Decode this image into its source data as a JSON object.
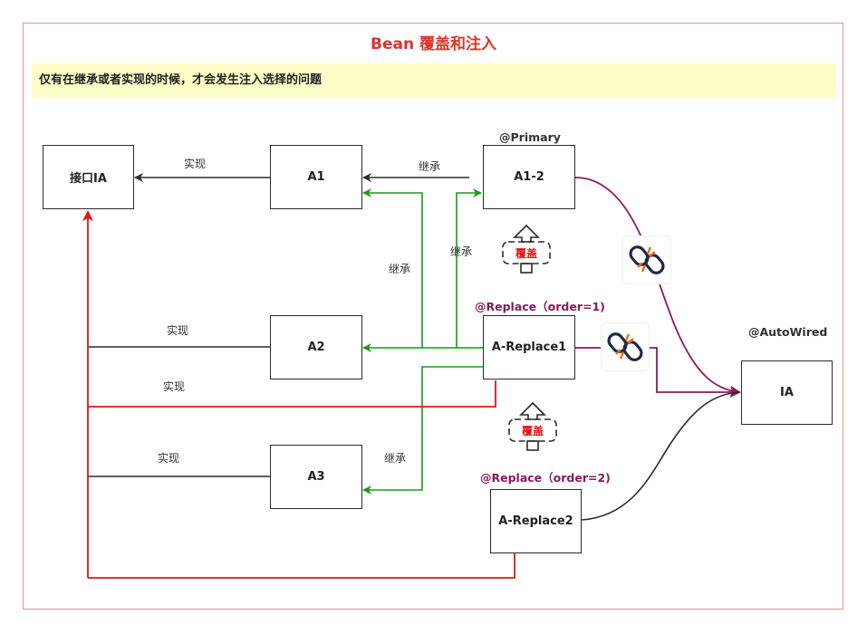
{
  "title": "Bean  覆盖和注入",
  "note": "仅有在继承或者实现的时候，才会发生注入选择的问题",
  "boxes": {
    "ia_interface": "接口IA",
    "a1": "A1",
    "a1_2": "A1-2",
    "a2": "A2",
    "a_replace1": "A-Replace1",
    "a3": "A3",
    "a_replace2": "A-Replace2",
    "ia": "IA"
  },
  "annotations": {
    "primary": "@Primary",
    "replace1": "@Replace（order=1)",
    "replace2": "@Replace（order=2)",
    "autowired": "@AutoWired"
  },
  "edge_labels": {
    "a1_implements": "实现",
    "a1_2_inherits": "继承",
    "replace1_to_a1_inherits": "继承",
    "a2_to_a1_inherits": "继承",
    "a2_implements": "实现",
    "replace1_implements": "实现",
    "a3_implements": "实现",
    "a3_inherits": "继承"
  },
  "override_badge": "覆盖",
  "icons": [
    "override-house-icon",
    "broken-link-icon"
  ],
  "colors": {
    "title": "#d9342b",
    "frame": "#e8958a",
    "note_bg": "#fdfdc8",
    "green": "#1a9a1a",
    "red": "#e0161b",
    "purple": "#8b1a5c",
    "dark": "#2b2b2b"
  }
}
